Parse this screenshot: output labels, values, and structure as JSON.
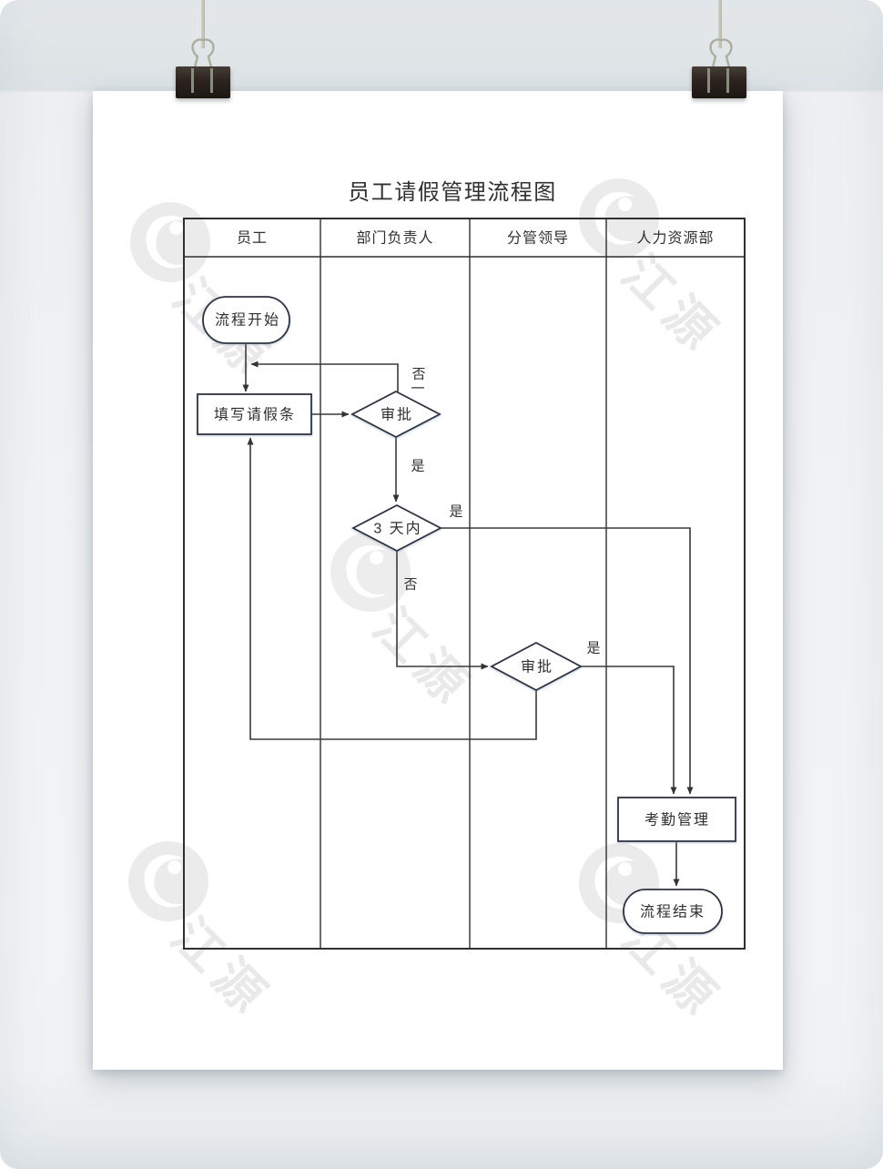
{
  "title": "员工请假管理流程图",
  "lanes": [
    {
      "label": "员工"
    },
    {
      "label": "部门负责人"
    },
    {
      "label": "分管领导"
    },
    {
      "label": "人力资源部"
    }
  ],
  "nodes": {
    "start": {
      "label": "流程开始",
      "shape": "terminator"
    },
    "fill_form": {
      "label": "填写请假条",
      "shape": "process"
    },
    "dept_approve": {
      "label": "审批",
      "shape": "decision"
    },
    "within_3_days": {
      "label": "3 天内",
      "shape": "decision"
    },
    "leader_approve": {
      "label": "审批",
      "shape": "decision"
    },
    "attendance": {
      "label": "考勤管理",
      "shape": "process"
    },
    "end": {
      "label": "流程结束",
      "shape": "terminator"
    }
  },
  "edge_labels": {
    "dept_no": "否",
    "dept_no_tick": "一",
    "dept_yes": "是",
    "within3_yes": "是",
    "within3_no": "否",
    "leader_yes": "是"
  },
  "watermark": {
    "brand": "江源"
  },
  "colors": {
    "paper": "#ffffff",
    "flow_line": "#3a3a3a",
    "shape_border": "#2e333d",
    "text": "#2f2f2f",
    "wall_top": "#dce2e5",
    "wall_main": "#f0f2f3",
    "clip_body": "#241d19",
    "watermark_gray": "#e9e9e9"
  }
}
